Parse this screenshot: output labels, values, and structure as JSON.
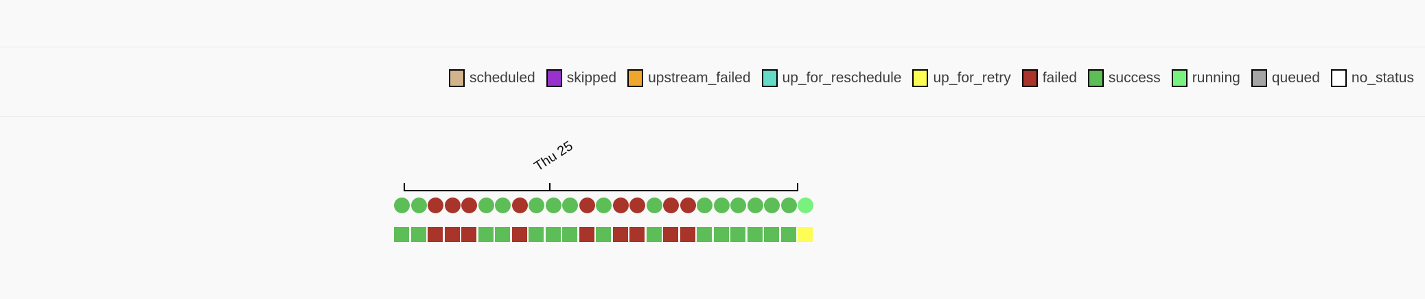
{
  "page": {
    "background": "#f9f9f9",
    "divider_color": "#e8e8e8"
  },
  "status_colors": {
    "scheduled": "#d2b48c",
    "skipped": "#9932cc",
    "upstream_failed": "#efa62f",
    "up_for_reschedule": "#64dbc7",
    "up_for_retry": "#fdfd55",
    "failed": "#a8342a",
    "success": "#5dbe58",
    "running": "#79f17e",
    "queued": "#a5a5a5",
    "no_status": "#ffffff"
  },
  "legend": {
    "items": [
      {
        "status": "scheduled",
        "label": "scheduled"
      },
      {
        "status": "skipped",
        "label": "skipped"
      },
      {
        "status": "upstream_failed",
        "label": "upstream_failed"
      },
      {
        "status": "up_for_reschedule",
        "label": "up_for_reschedule"
      },
      {
        "status": "up_for_retry",
        "label": "up_for_retry"
      },
      {
        "status": "failed",
        "label": "failed"
      },
      {
        "status": "success",
        "label": "success"
      },
      {
        "status": "running",
        "label": "running"
      },
      {
        "status": "queued",
        "label": "queued"
      },
      {
        "status": "no_status",
        "label": "no_status"
      }
    ]
  },
  "timeline": {
    "tick_label": "Thu 25"
  },
  "grid": {
    "dag_runs": [
      "success",
      "success",
      "failed",
      "failed",
      "failed",
      "success",
      "success",
      "failed",
      "success",
      "success",
      "success",
      "failed",
      "success",
      "failed",
      "failed",
      "success",
      "failed",
      "failed",
      "success",
      "success",
      "success",
      "success",
      "success",
      "success",
      "running"
    ],
    "task_instances": [
      "success",
      "success",
      "failed",
      "failed",
      "failed",
      "success",
      "success",
      "failed",
      "success",
      "success",
      "success",
      "failed",
      "success",
      "failed",
      "failed",
      "success",
      "failed",
      "failed",
      "success",
      "success",
      "success",
      "success",
      "success",
      "success",
      "up_for_retry"
    ]
  }
}
